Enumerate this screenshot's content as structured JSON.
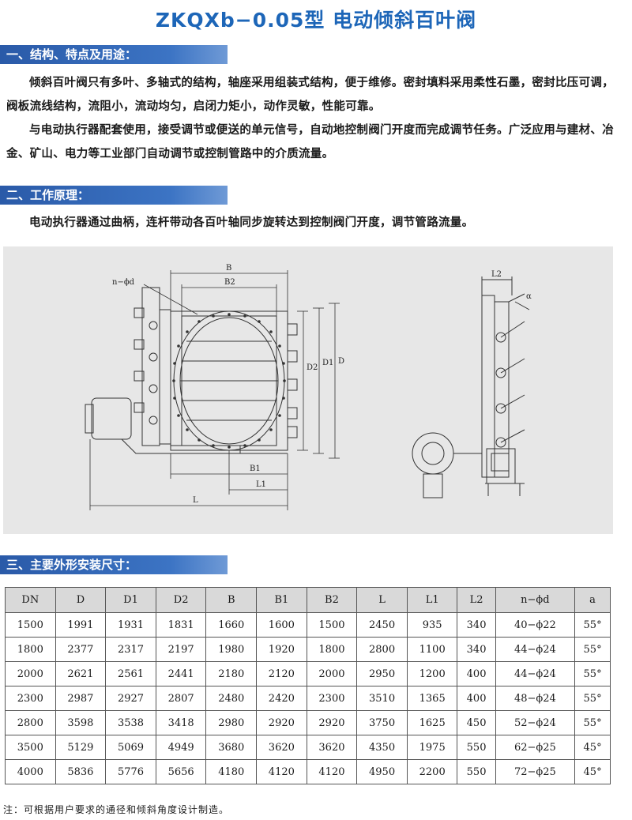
{
  "title": "ZKQXb−0.05型 电动倾斜百叶阀",
  "sections": {
    "s1": "一、结构、特点及用途：",
    "s2": "二、工作原理：",
    "s3": "三、主要外形安装尺寸："
  },
  "para1": [
    "倾斜百叶阀只有多叶、多轴式的结构，轴座采用组装式结构，便于维修。密封填料采用柔性石墨，密封比压可调，阀板流线结构，流阻小，流动均匀，启闭力矩小，动作灵敏，性能可靠。",
    "与电动执行器配套使用，接受调节或便送的单元信号，自动地控制阀门开度而完成调节任务。广泛应用与建材、冶金、矿山、电力等工业部门自动调节或控制管路中的介质流量。"
  ],
  "para2": [
    "电动执行器通过曲柄，连杆带动各百叶轴同步旋转达到控制阀门开度，调节管路流量。"
  ],
  "diagram": {
    "labels": {
      "B": "B",
      "B2": "B2",
      "nphid": "n−ϕd",
      "D2": "D2",
      "D1": "D1",
      "D": "D",
      "B1": "B1",
      "L1": "L1",
      "L": "L",
      "L2": "L2",
      "a": "α"
    }
  },
  "table": {
    "headers": [
      "DN",
      "D",
      "D1",
      "D2",
      "B",
      "B1",
      "B2",
      "L",
      "L1",
      "L2",
      "n−ϕd",
      "a"
    ],
    "rows": [
      [
        "1500",
        "1991",
        "1931",
        "1831",
        "1660",
        "1600",
        "1500",
        "2450",
        "935",
        "340",
        "40−ϕ22",
        "55°"
      ],
      [
        "1800",
        "2377",
        "2317",
        "2197",
        "1980",
        "1920",
        "1800",
        "2800",
        "1100",
        "340",
        "44−ϕ24",
        "55°"
      ],
      [
        "2000",
        "2621",
        "2561",
        "2441",
        "2180",
        "2120",
        "2000",
        "2950",
        "1200",
        "400",
        "44−ϕ24",
        "55°"
      ],
      [
        "2300",
        "2987",
        "2927",
        "2807",
        "2480",
        "2420",
        "2300",
        "3510",
        "1365",
        "400",
        "48−ϕ24",
        "55°"
      ],
      [
        "2800",
        "3598",
        "3538",
        "3418",
        "2980",
        "2920",
        "2920",
        "3750",
        "1625",
        "450",
        "52−ϕ24",
        "55°"
      ],
      [
        "3500",
        "5129",
        "5069",
        "4949",
        "3680",
        "3620",
        "3620",
        "4350",
        "1975",
        "550",
        "62−ϕ25",
        "45°"
      ],
      [
        "4000",
        "5836",
        "5776",
        "5656",
        "4180",
        "4120",
        "4120",
        "4950",
        "2200",
        "550",
        "72−ϕ25",
        "45°"
      ]
    ]
  },
  "note": "注：可根据用户要求的通径和倾斜角度设计制造。"
}
